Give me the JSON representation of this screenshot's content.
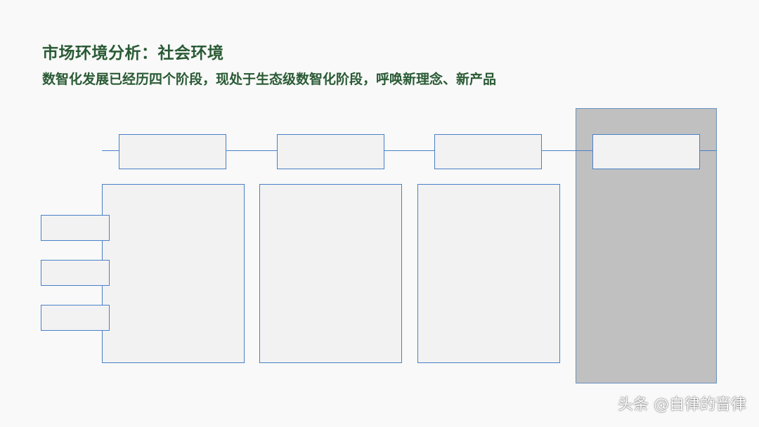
{
  "header": {
    "title": "市场环境分析：社会环境",
    "subtitle": "数智化发展已经历四个阶段，现处于生态级数智化阶段，呼唤新理念、新产品"
  },
  "stages": [
    {
      "label": ""
    },
    {
      "label": ""
    },
    {
      "label": ""
    },
    {
      "label": ""
    }
  ],
  "columns": [
    {
      "content": ""
    },
    {
      "content": ""
    },
    {
      "content": ""
    }
  ],
  "dimensions": [
    {
      "label": ""
    },
    {
      "label": ""
    },
    {
      "label": ""
    }
  ],
  "watermark": "头条 @自律的音律",
  "colors": {
    "title": "#2a5a35",
    "accent_border": "#4a80c8",
    "box_fill": "#f2f2f3",
    "highlight_fill": "#c0c0c0",
    "background": "#f8f9f8"
  }
}
